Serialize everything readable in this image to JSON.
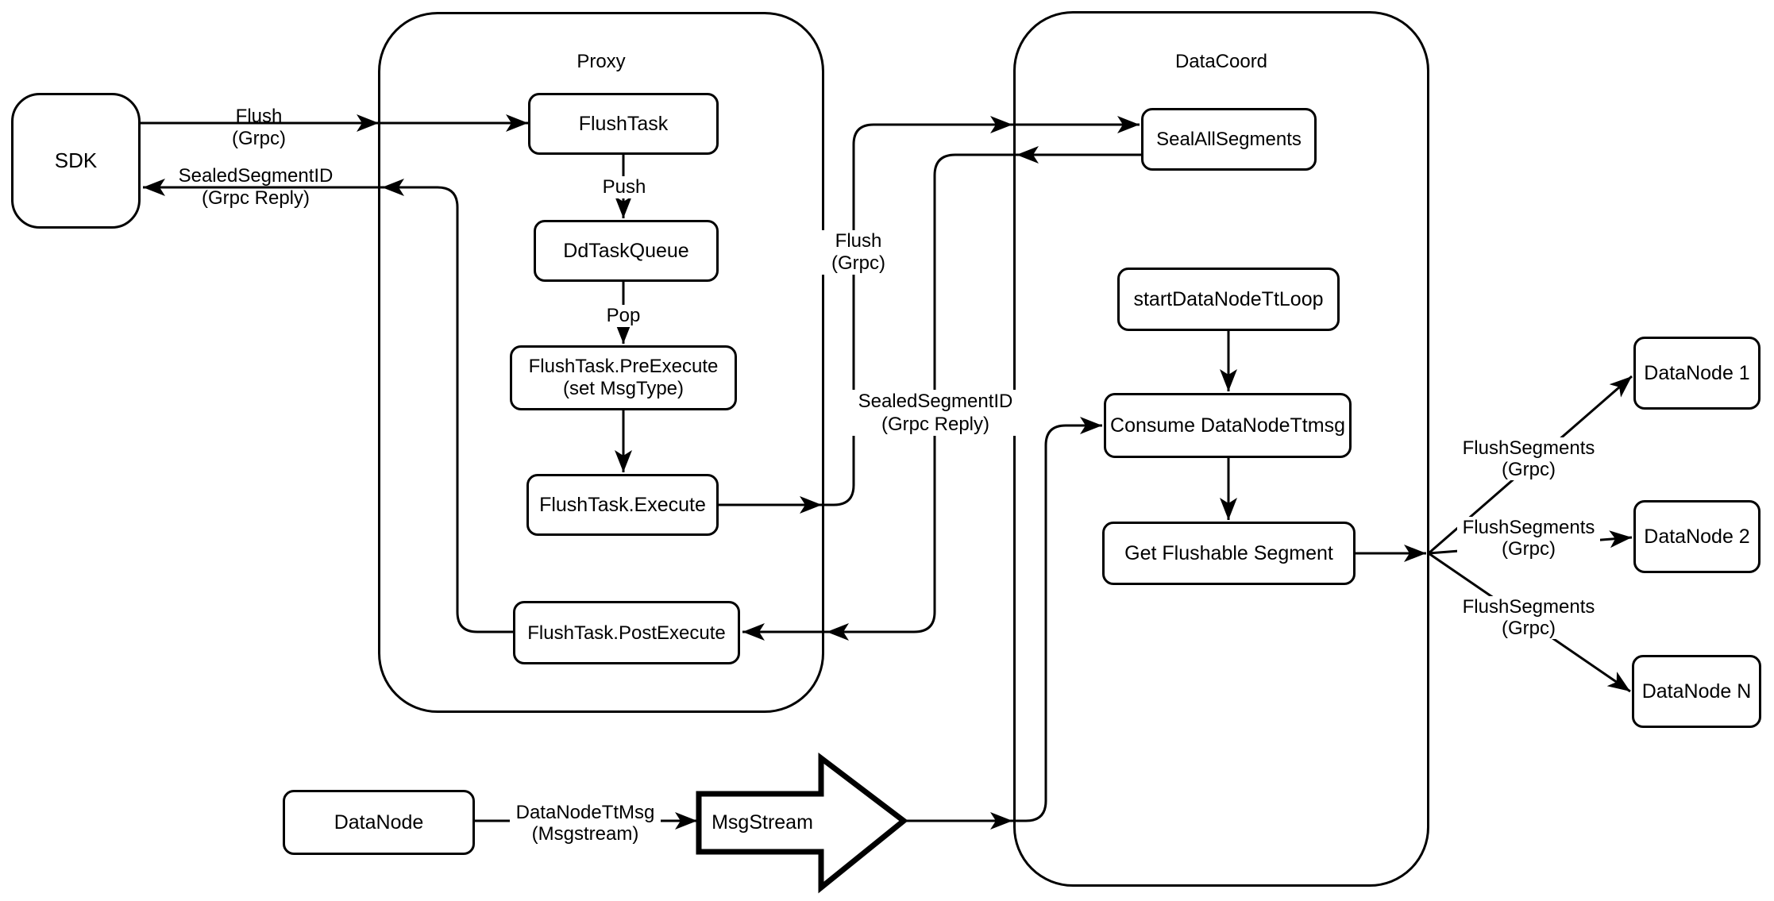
{
  "containers": {
    "proxy": {
      "title": "Proxy"
    },
    "datacoord": {
      "title": "DataCoord"
    }
  },
  "nodes": {
    "sdk": "SDK",
    "flush_task": "FlushTask",
    "dd_task_queue": "DdTaskQueue",
    "pre_execute": "FlushTask.PreExecute\n(set MsgType)",
    "execute": "FlushTask.Execute",
    "post_execute": "FlushTask.PostExecute",
    "seal_all_segments": "SealAllSegments",
    "start_data_node_tt_loop": "startDataNodeTtLoop",
    "consume_data_node_ttmsg": "Consume DataNodeTtmsg",
    "get_flushable_segment": "Get Flushable Segment",
    "datanode_1": "DataNode 1",
    "datanode_2": "DataNode 2",
    "datanode_n": "DataNode N",
    "datanode": "DataNode",
    "msgstream": "MsgStream"
  },
  "edge_labels": {
    "flush_grpc_left": "Flush\n(Grpc)",
    "sealed_segment_id_left": "SealedSegmentID\n(Grpc Reply)",
    "push": "Push",
    "pop": "Pop",
    "flush_grpc_mid": "Flush\n(Grpc)",
    "sealed_segment_id_mid": "SealedSegmentID\n(Grpc Reply)",
    "flush_segments_1": "FlushSegments\n(Grpc)",
    "flush_segments_2": "FlushSegments\n(Grpc)",
    "flush_segments_3": "FlushSegments\n(Grpc)",
    "data_node_tt_msg": "DataNodeTtMsg\n(Msgstream)"
  },
  "colors": {
    "stroke": "#000000",
    "background": "#ffffff"
  }
}
